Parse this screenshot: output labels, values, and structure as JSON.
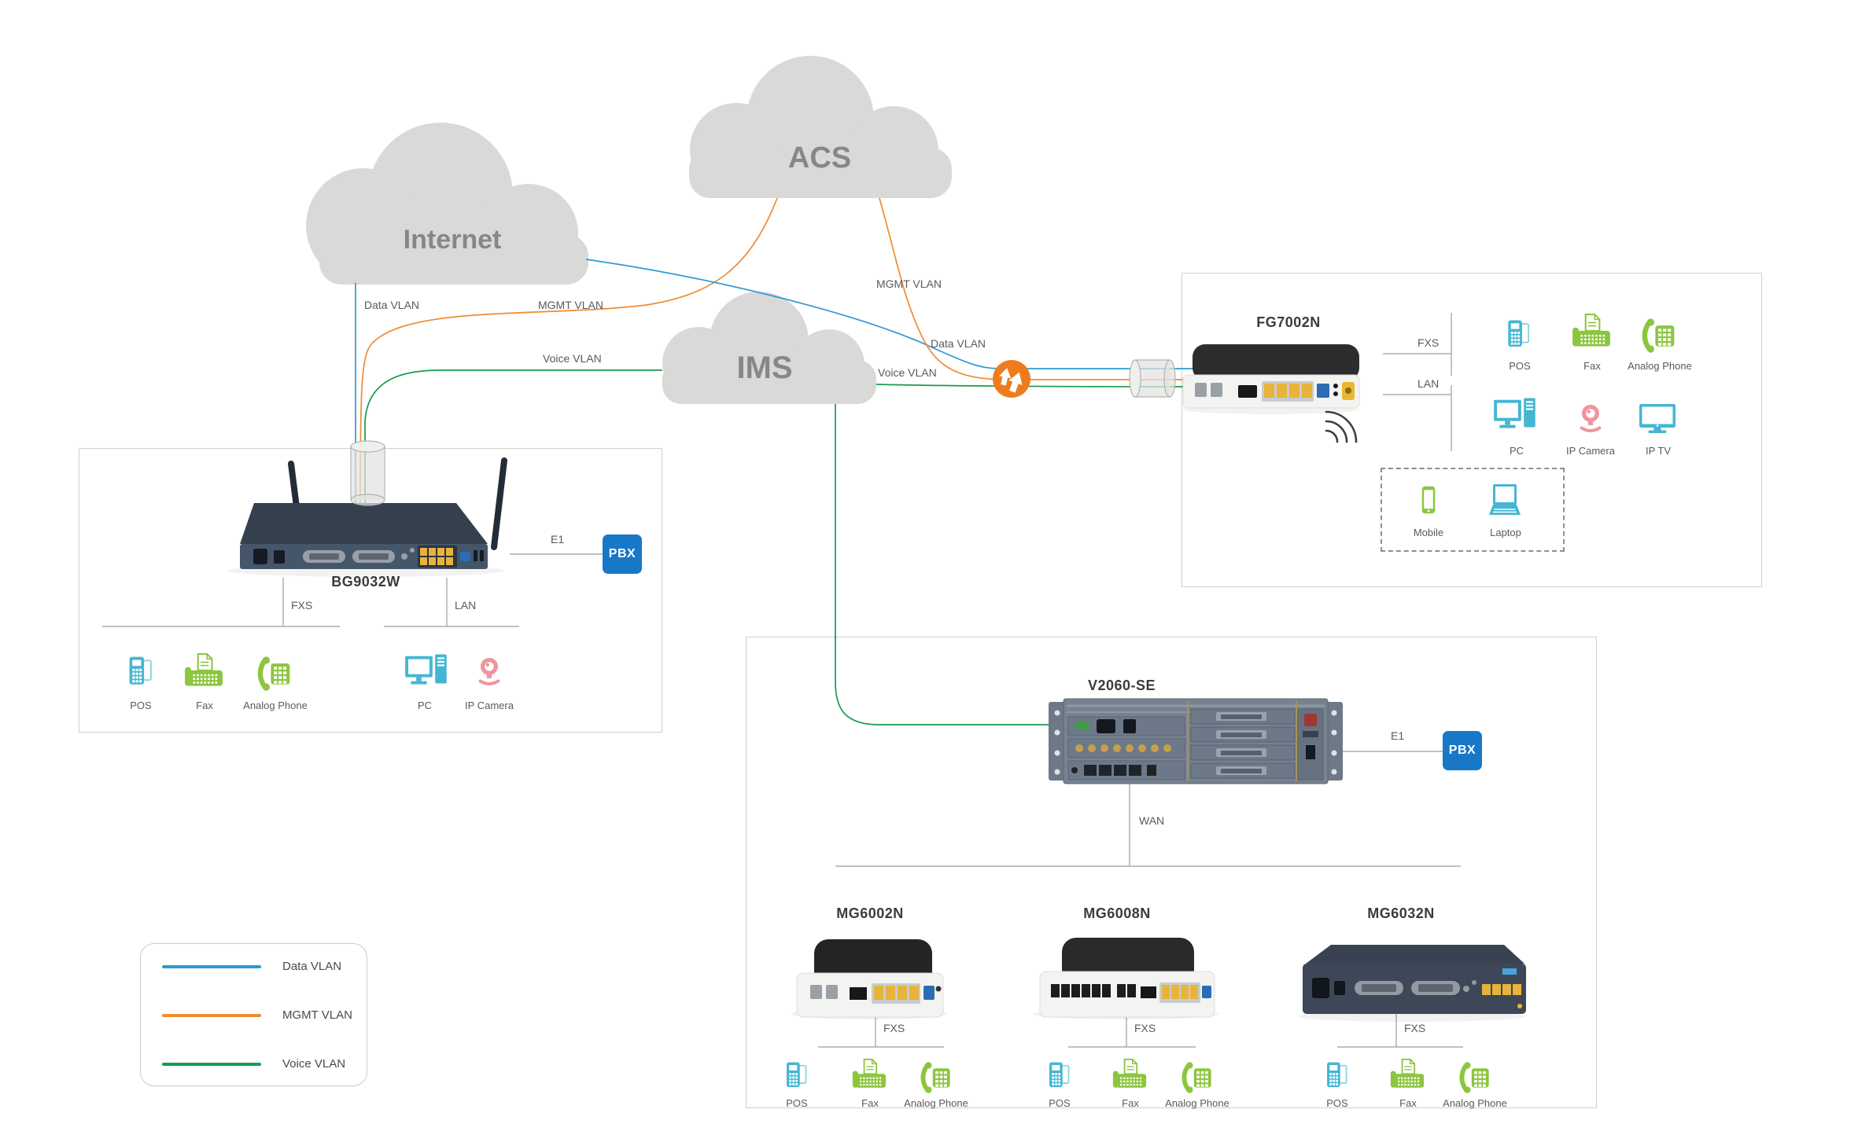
{
  "clouds": {
    "internet": "Internet",
    "acs": "ACS",
    "ims": "IMS"
  },
  "vlan_colors": {
    "data": "#2f98d5",
    "mgmt": "#ef8b31",
    "voice": "#189b4f"
  },
  "flow_labels": {
    "left": {
      "data": "Data VLAN",
      "mgmt": "MGMT VLAN",
      "voice": "Voice VLAN"
    },
    "right": {
      "mgmt": "MGMT VLAN",
      "data": "Data VLAN",
      "voice": "Voice VLAN"
    }
  },
  "bg_panel": {
    "device": "BG9032W",
    "e1": "E1",
    "pbx": "PBX",
    "fxs": "FXS",
    "lan": "LAN",
    "fxs_endpoints": [
      "POS",
      "Fax",
      "Analog Phone"
    ],
    "lan_endpoints": [
      "PC",
      "IP Camera"
    ]
  },
  "fg_panel": {
    "device": "FG7002N",
    "fxs": "FXS",
    "lan": "LAN",
    "fxs_endpoints": [
      "POS",
      "Fax",
      "Analog Phone"
    ],
    "lan_endpoints": [
      "PC",
      "IP Camera",
      "IP TV"
    ],
    "wireless_endpoints": [
      "Mobile",
      "Laptop"
    ]
  },
  "bottom_panel": {
    "device": "V2060-SE",
    "e1": "E1",
    "pbx": "PBX",
    "wan": "WAN",
    "gateways": [
      {
        "name": "MG6002N",
        "fxs": "FXS",
        "endpoints": [
          "POS",
          "Fax",
          "Analog Phone"
        ]
      },
      {
        "name": "MG6008N",
        "fxs": "FXS",
        "endpoints": [
          "POS",
          "Fax",
          "Analog Phone"
        ]
      },
      {
        "name": "MG6032N",
        "fxs": "FXS",
        "endpoints": [
          "POS",
          "Fax",
          "Analog Phone"
        ]
      }
    ]
  },
  "legend": {
    "items": [
      {
        "label": "Data VLAN",
        "color": "#2f98d5"
      },
      {
        "label": "MGMT VLAN",
        "color": "#ef8b31"
      },
      {
        "label": "Voice VLAN",
        "color": "#189b4f"
      }
    ]
  },
  "icons": {
    "pos": "pos-terminal-icon",
    "fax": "fax-machine-icon",
    "analog_phone": "analog-phone-icon",
    "pc": "desktop-pc-icon",
    "ip_camera": "ip-camera-icon",
    "ip_tv": "ip-tv-icon",
    "mobile": "mobile-phone-icon",
    "laptop": "laptop-icon",
    "nat_router": "orange-double-arrow-icon",
    "tunnel": "pipe-cylinder-icon",
    "wifi": "wifi-signal-icon"
  }
}
